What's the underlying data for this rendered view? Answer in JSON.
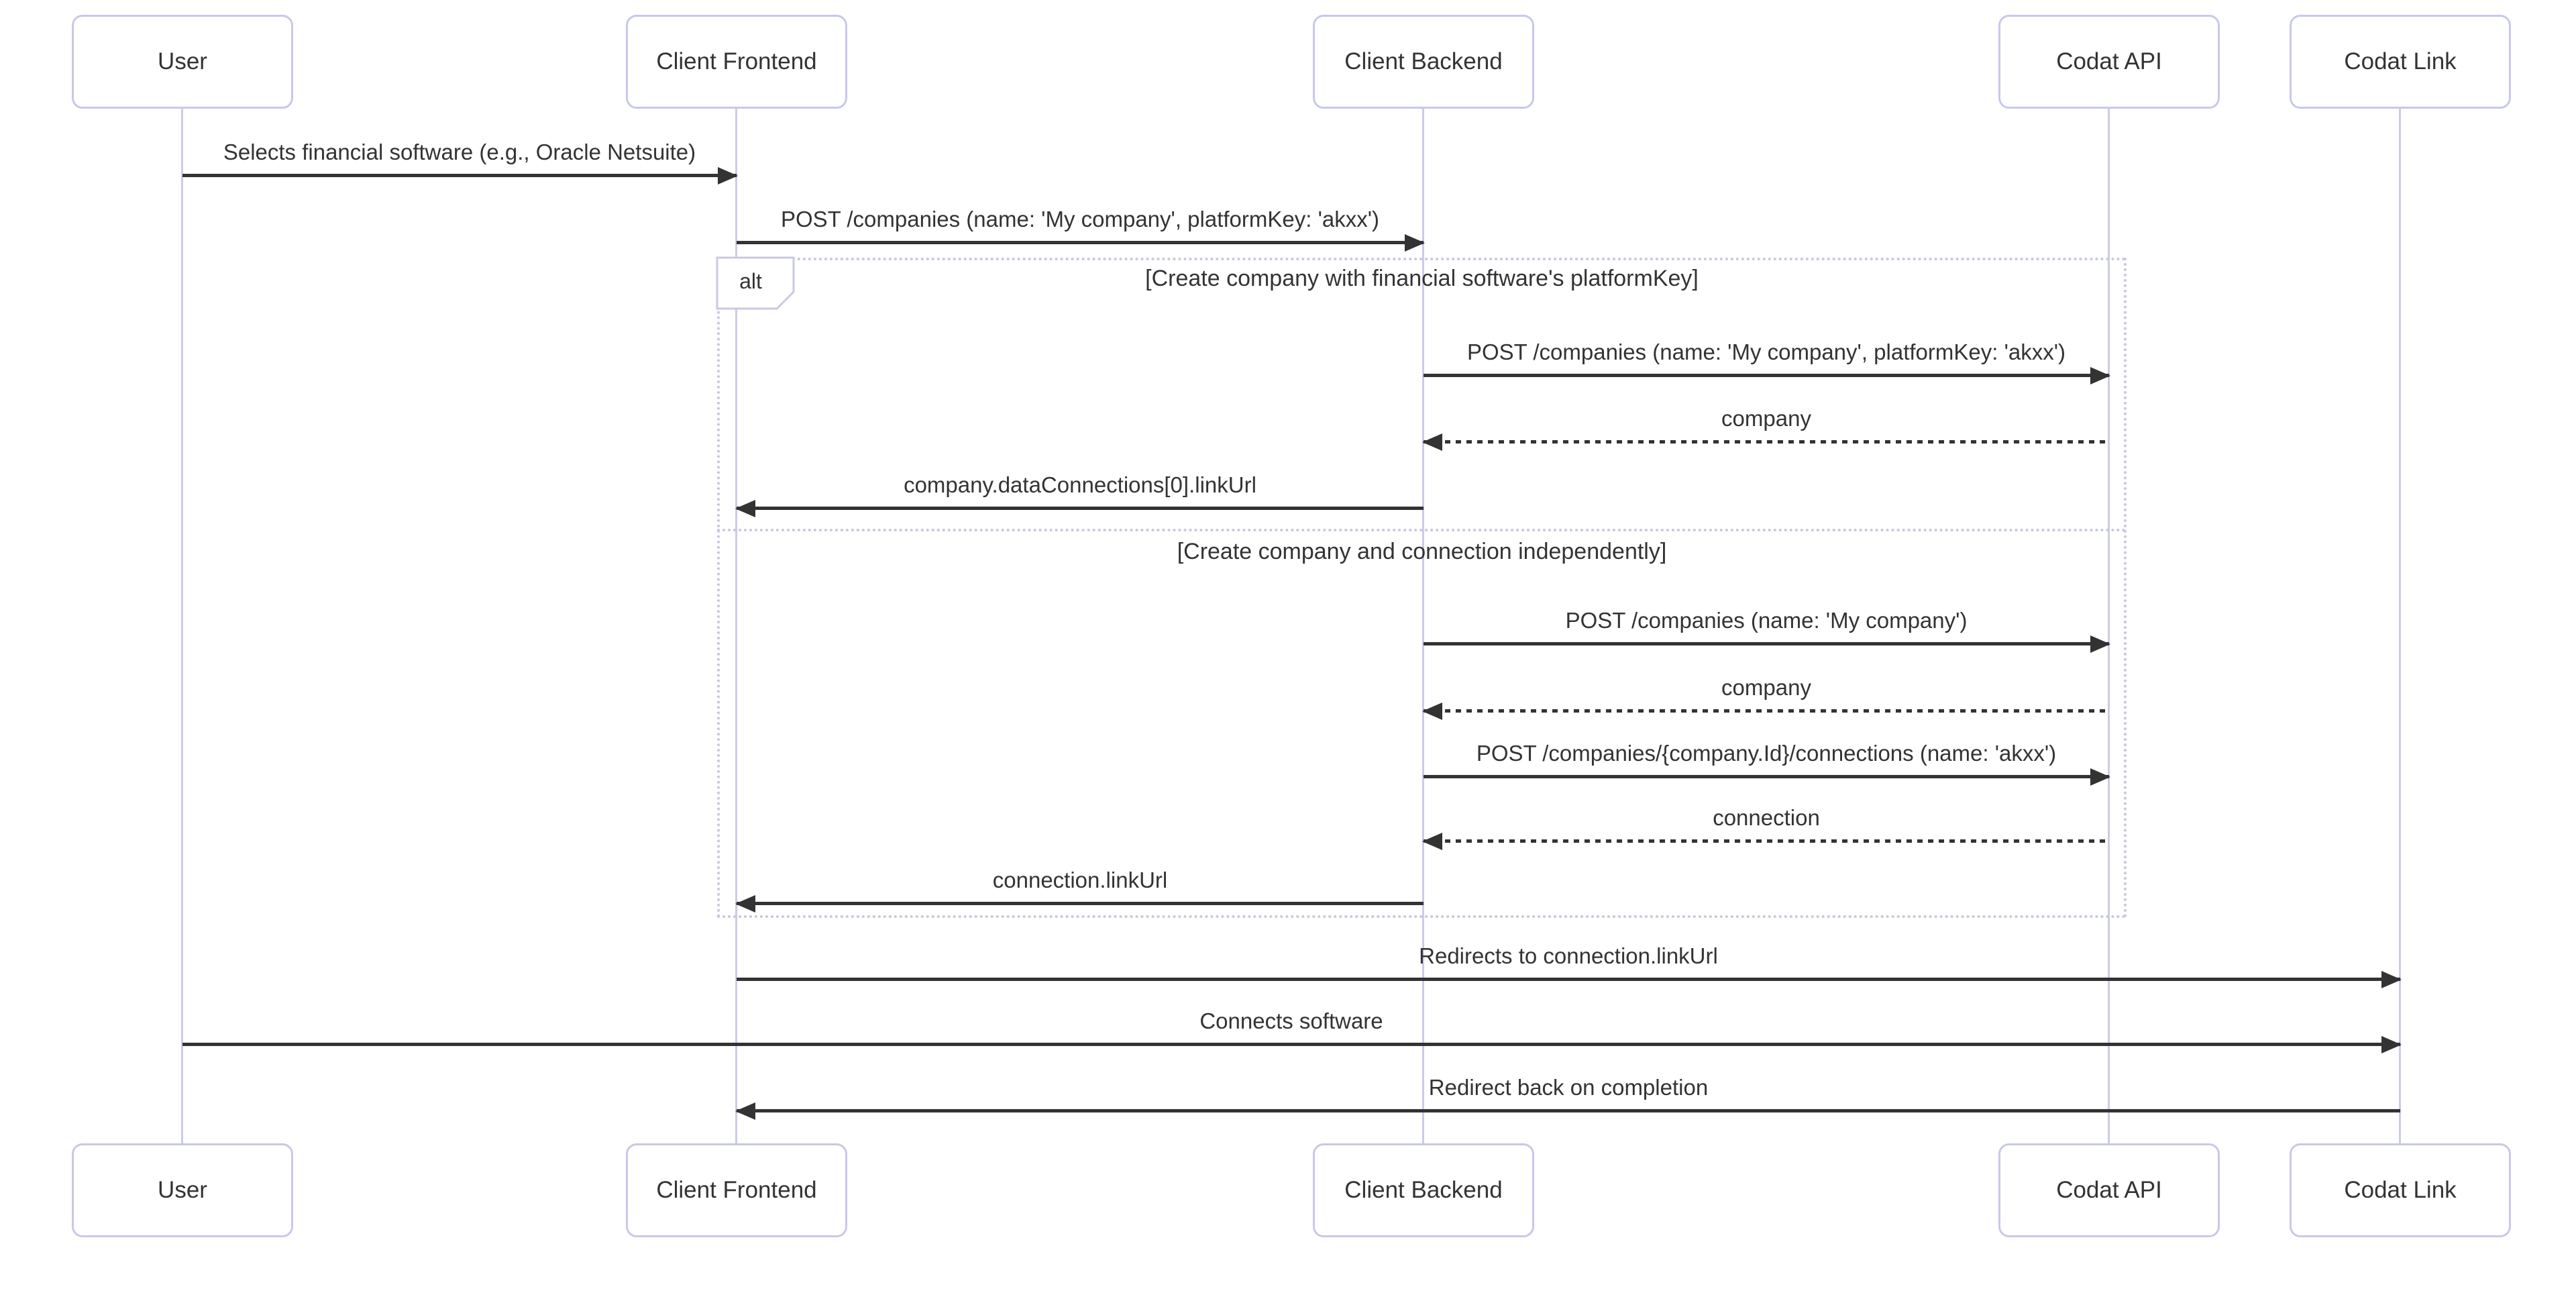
{
  "diagram_type": "sequence-diagram",
  "participants": [
    {
      "label": "User"
    },
    {
      "label": "Client Frontend"
    },
    {
      "label": "Client Backend"
    },
    {
      "label": "Codat API"
    },
    {
      "label": "Codat Link"
    }
  ],
  "alt_block": {
    "operator": "alt",
    "conditions": [
      "[Create company with financial software's platformKey]",
      "[Create company and connection independently]"
    ]
  },
  "messages": [
    {
      "from": "User",
      "to": "Client Frontend",
      "label": "Selects financial software (e.g., Oracle Netsuite)",
      "line": "solid"
    },
    {
      "from": "Client Frontend",
      "to": "Client Backend",
      "label": "POST /companies (name: 'My company', platformKey: 'akxx')",
      "line": "solid"
    },
    {
      "from": "Client Backend",
      "to": "Codat API",
      "label": "POST /companies (name: 'My company', platformKey: 'akxx')",
      "line": "solid"
    },
    {
      "from": "Codat API",
      "to": "Client Backend",
      "label": "company",
      "line": "dashed"
    },
    {
      "from": "Client Backend",
      "to": "Client Frontend",
      "label": "company.dataConnections[0].linkUrl",
      "line": "solid"
    },
    {
      "from": "Client Backend",
      "to": "Codat API",
      "label": "POST /companies (name: 'My company')",
      "line": "solid"
    },
    {
      "from": "Codat API",
      "to": "Client Backend",
      "label": "company",
      "line": "dashed"
    },
    {
      "from": "Client Backend",
      "to": "Codat API",
      "label": "POST /companies/{company.Id}/connections (name: 'akxx')",
      "line": "solid"
    },
    {
      "from": "Codat API",
      "to": "Client Backend",
      "label": "connection",
      "line": "dashed"
    },
    {
      "from": "Client Backend",
      "to": "Client Frontend",
      "label": "connection.linkUrl",
      "line": "solid"
    },
    {
      "from": "Client Frontend",
      "to": "Codat Link",
      "label": "Redirects to connection.linkUrl",
      "line": "solid"
    },
    {
      "from": "User",
      "to": "Codat Link",
      "label": "Connects software",
      "line": "solid"
    },
    {
      "from": "Codat Link",
      "to": "Client Frontend",
      "label": "Redirect back on completion",
      "line": "solid"
    }
  ],
  "colors": {
    "background": "#ffffff",
    "actor_border": "#c8c8ec",
    "actor_fill": "#ffffff",
    "lifeline": "#cbcbe9",
    "frame_border": "#c6c6e2",
    "arrow": "#333333",
    "text": "#333333"
  }
}
